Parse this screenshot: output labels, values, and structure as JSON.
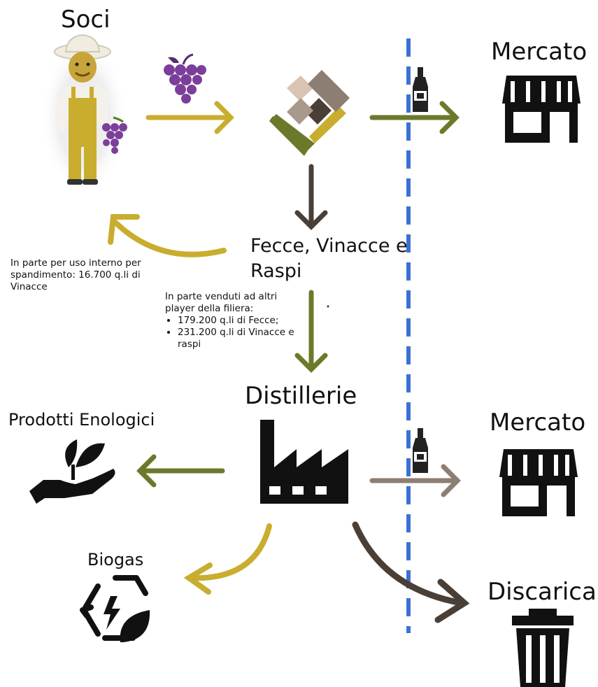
{
  "nodes": {
    "soci": "Soci",
    "mercato_top": "Mercato",
    "fecce": "Fecce, Vinacce e Raspi",
    "distillerie": "Distillerie",
    "prodotti": "Prodotti Enologici",
    "mercato_bottom": "Mercato",
    "biogas": "Biogas",
    "discarica": "Discarica"
  },
  "notes": {
    "internal_use": "In parte per uso interno per spandimento: 16.700 q.li di Vinacce",
    "sold_intro": "In parte venduti ad altri player della filiera:",
    "sold_items": [
      "179.200 q.li di Fecce;",
      "231.200 q.li di Vinacce e raspi"
    ]
  },
  "colors": {
    "olive": "#6b7a2a",
    "mustard": "#c9ad2e",
    "dark_brown": "#4a3f36",
    "taupe": "#8d7e72",
    "purple": "#7b3f9b",
    "divider_blue": "#3c71d3"
  },
  "icons": [
    "farmer-icon",
    "grapes-icon",
    "winery-logo-icon",
    "wine-bottle-icon",
    "shop-icon",
    "hand-plant-icon",
    "factory-icon",
    "recycle-leaf-icon",
    "trash-icon"
  ]
}
